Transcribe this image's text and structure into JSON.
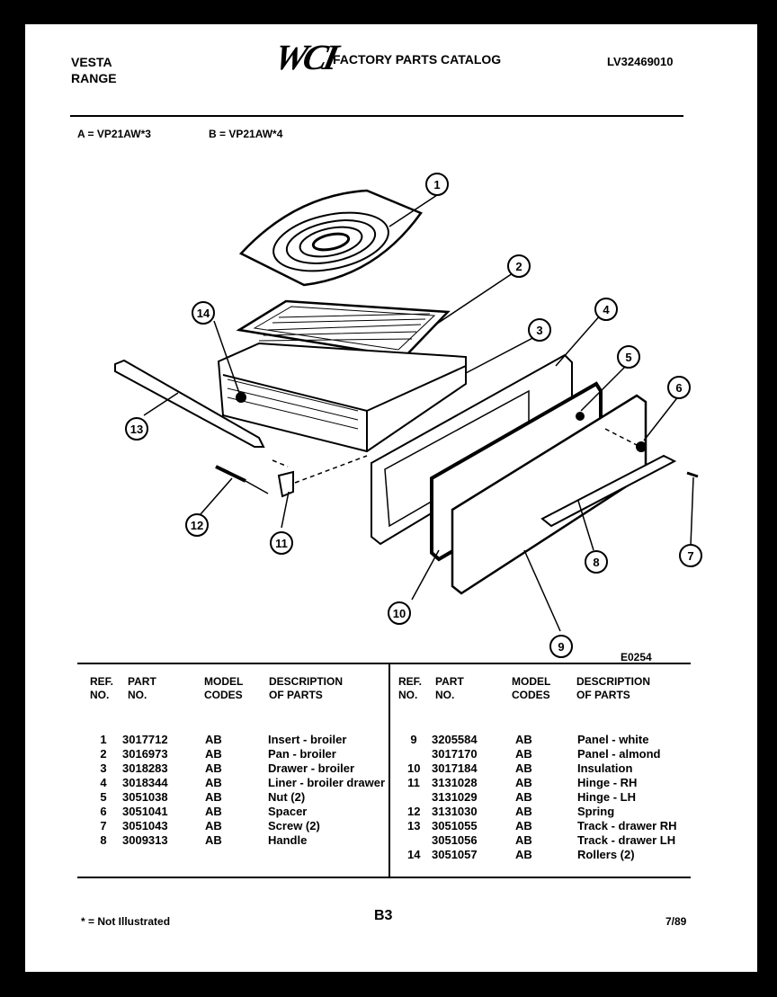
{
  "header": {
    "brand_line1": "VESTA",
    "brand_line2": "RANGE",
    "logo_text": "WCI",
    "catalog_title": "FACTORY PARTS CATALOG",
    "catalog_number": "LV32469010"
  },
  "models": {
    "a": "A = VP21AW*3",
    "b": "B = VP21AW*4"
  },
  "diagram": {
    "code": "E0254",
    "callouts": [
      "1",
      "2",
      "3",
      "4",
      "5",
      "6",
      "7",
      "8",
      "9",
      "10",
      "11",
      "12",
      "13",
      "14"
    ]
  },
  "table": {
    "headers": {
      "ref": [
        "REF.",
        "NO."
      ],
      "part": [
        "PART",
        "NO."
      ],
      "model": [
        "MODEL",
        "CODES"
      ],
      "desc": [
        "DESCRIPTION",
        "OF PARTS"
      ]
    },
    "left_rows": [
      {
        "ref": "1",
        "part": "3017712",
        "model": "AB",
        "desc": "Insert - broiler"
      },
      {
        "ref": "2",
        "part": "3016973",
        "model": "AB",
        "desc": "Pan - broiler"
      },
      {
        "ref": "3",
        "part": "3018283",
        "model": "AB",
        "desc": "Drawer - broiler"
      },
      {
        "ref": "4",
        "part": "3018344",
        "model": "AB",
        "desc": "Liner - broiler drawer"
      },
      {
        "ref": "5",
        "part": "3051038",
        "model": "AB",
        "desc": "Nut (2)"
      },
      {
        "ref": "6",
        "part": "3051041",
        "model": "AB",
        "desc": "Spacer"
      },
      {
        "ref": "7",
        "part": "3051043",
        "model": "AB",
        "desc": "Screw (2)"
      },
      {
        "ref": "8",
        "part": "3009313",
        "model": "AB",
        "desc": "Handle"
      }
    ],
    "right_rows": [
      {
        "ref": "9",
        "part": "3205584",
        "model": "AB",
        "desc": "Panel - white"
      },
      {
        "ref": "",
        "part": "3017170",
        "model": "AB",
        "desc": "Panel - almond"
      },
      {
        "ref": "10",
        "part": "3017184",
        "model": "AB",
        "desc": "Insulation"
      },
      {
        "ref": "11",
        "part": "3131028",
        "model": "AB",
        "desc": "Hinge - RH"
      },
      {
        "ref": "",
        "part": "3131029",
        "model": "AB",
        "desc": "Hinge - LH"
      },
      {
        "ref": "12",
        "part": "3131030",
        "model": "AB",
        "desc": "Spring"
      },
      {
        "ref": "13",
        "part": "3051055",
        "model": "AB",
        "desc": "Track - drawer RH"
      },
      {
        "ref": "",
        "part": "3051056",
        "model": "AB",
        "desc": "Track - drawer LH"
      },
      {
        "ref": "14",
        "part": "3051057",
        "model": "AB",
        "desc": "Rollers (2)"
      }
    ]
  },
  "footer": {
    "note": "* = Not Illustrated",
    "page": "B3",
    "date": "7/89"
  }
}
